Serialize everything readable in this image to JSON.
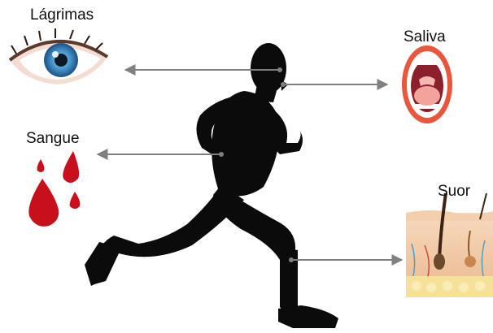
{
  "labels": {
    "tears": "Lágrimas",
    "saliva": "Saliva",
    "blood": "Sangue",
    "sweat": "Suor"
  },
  "colors": {
    "silhouette": "#0b0b0b",
    "arrow": "#808080",
    "blood": "#c8101c",
    "iris": "#3e8fc4",
    "mouth_lip": "#e8563e",
    "tongue": "#f2a39b",
    "skin_layer": "#f0c9a4",
    "fat_layer": "#f5e19a"
  },
  "icons": {
    "eye": "eye-icon",
    "mouth": "open-mouth-icon",
    "blood": "blood-drops-icon",
    "skin": "skin-cross-section-icon",
    "runner": "running-man-silhouette"
  }
}
